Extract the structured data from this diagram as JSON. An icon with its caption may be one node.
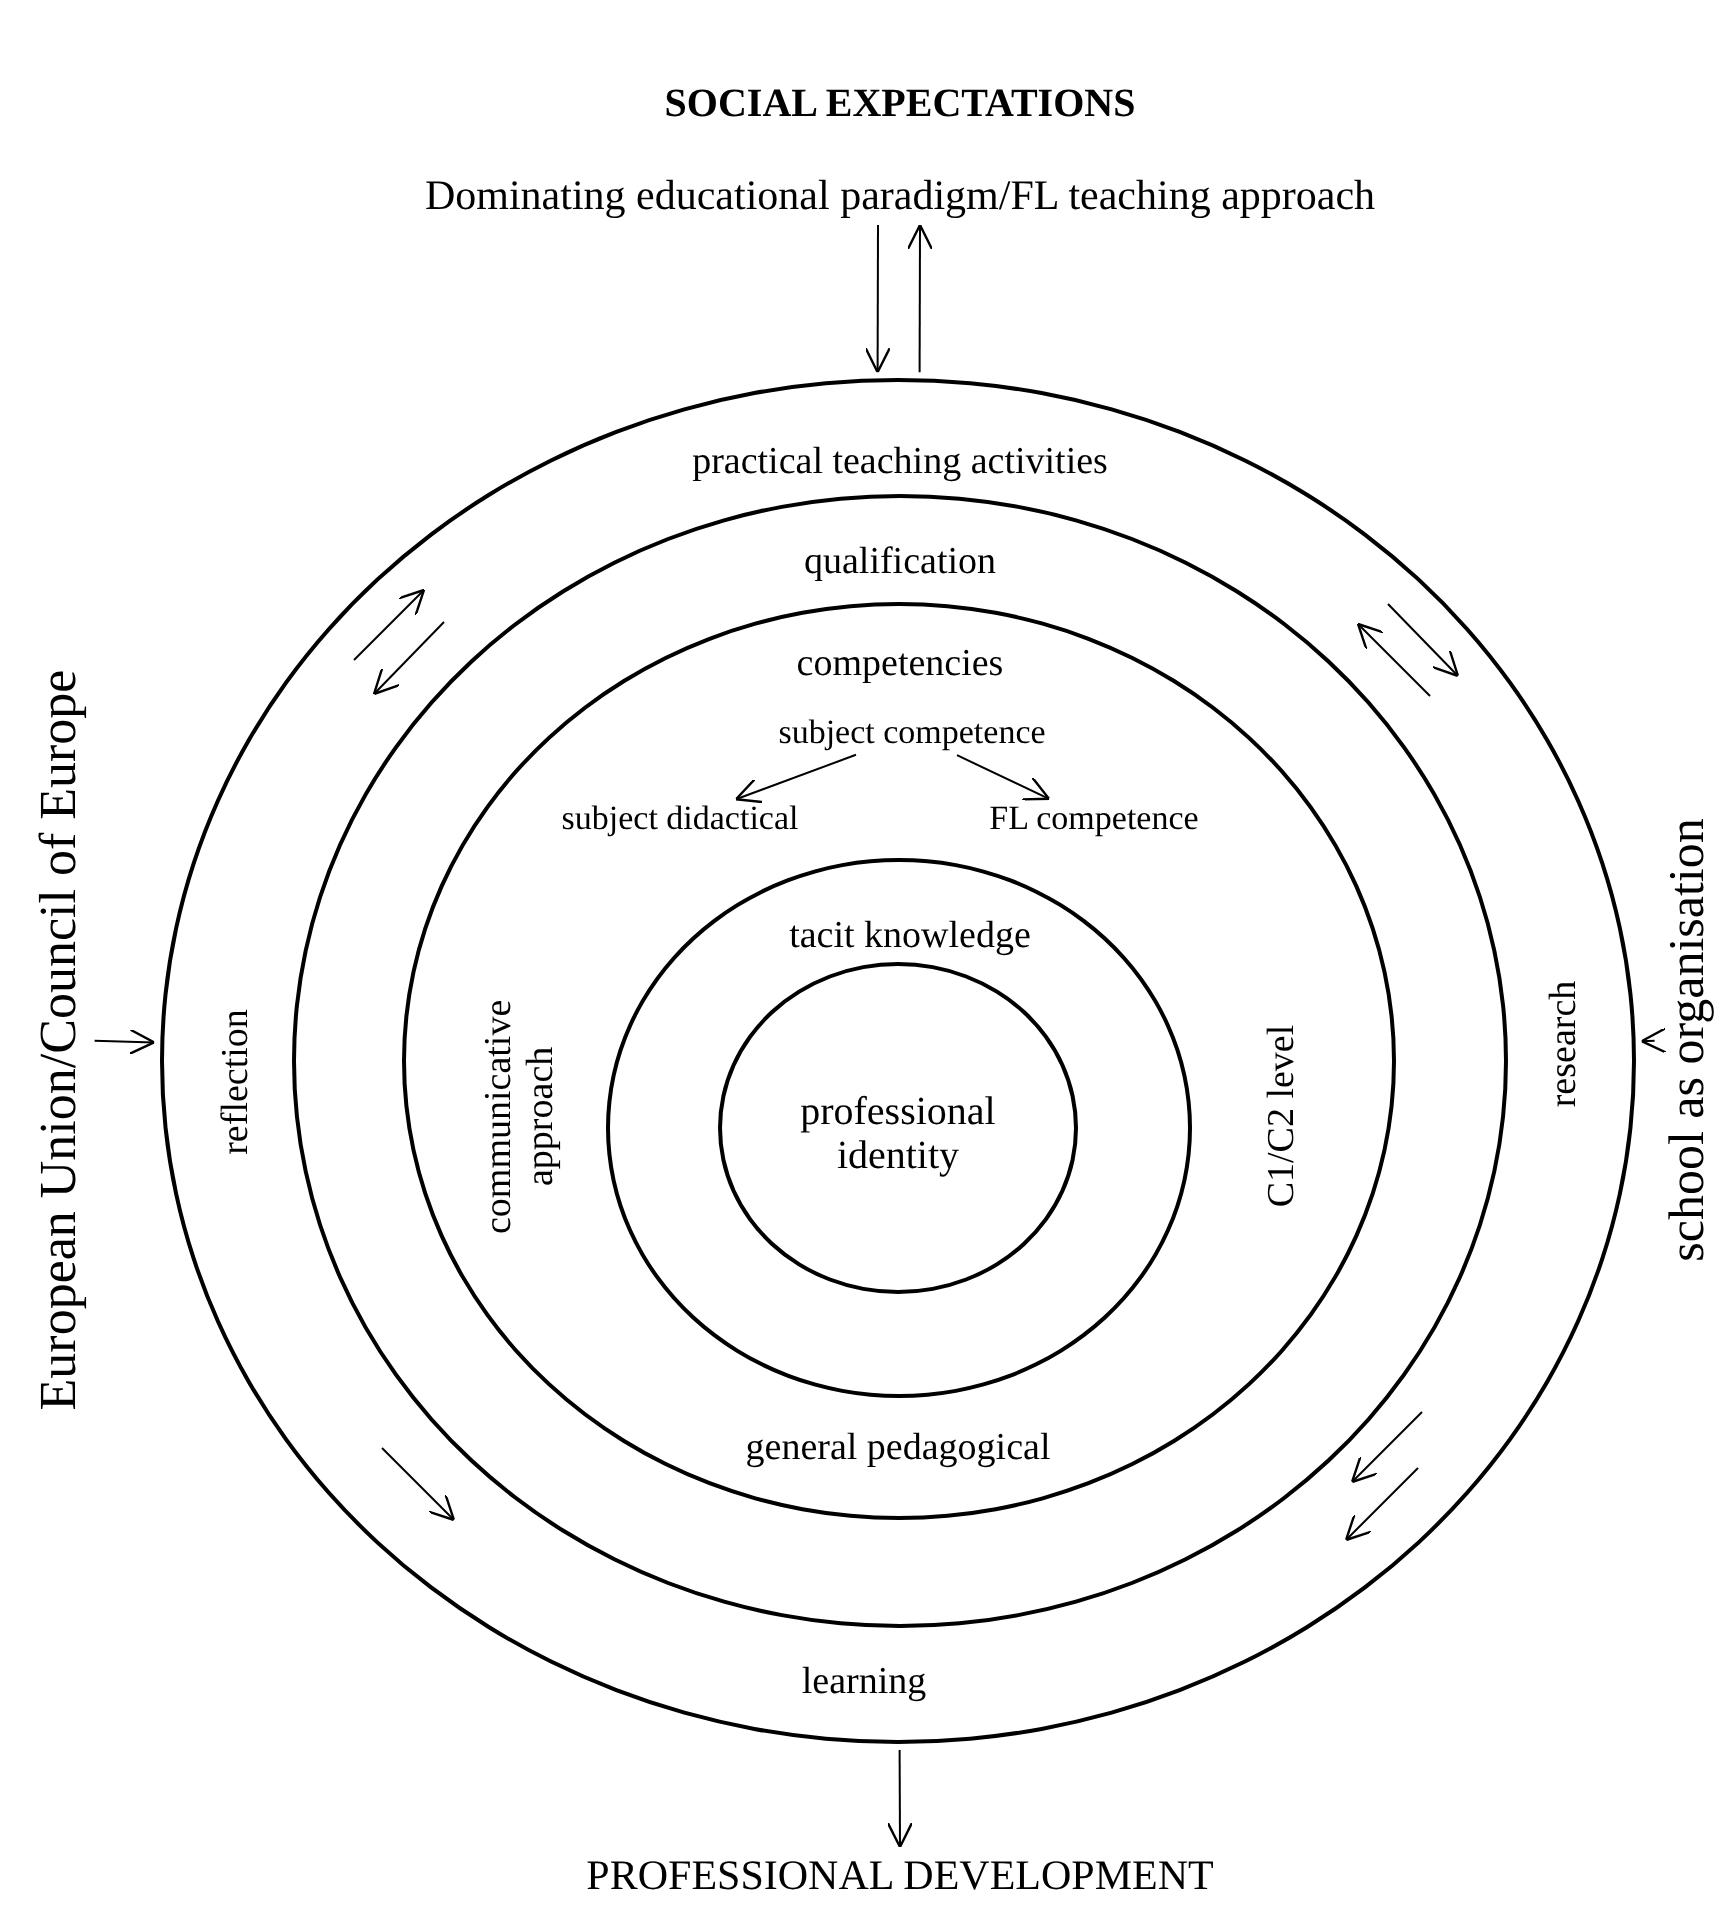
{
  "diagram": {
    "title": "SOCIAL EXPECTATIONS",
    "nodes": [
      {
        "text": [
          "Dominating educational paradigm/FL teaching approach"
        ]
      },
      {
        "text": [
          "European Union/Council of Europe"
        ]
      },
      {
        "text": [
          "school as organisation"
        ]
      },
      {
        "text": [
          "practical teaching activities",
          "reflection",
          "research",
          "learning"
        ]
      },
      {
        "text": [
          "qualification"
        ],
        "in": 3
      },
      {
        "text": [
          "competencies",
          "communicative approach",
          "C1/C2 level",
          "general pedagogical"
        ],
        "in": 4
      },
      {
        "text": [
          "subject competence"
        ],
        "in": 5
      },
      {
        "text": [
          "subject didactical"
        ],
        "in": 5
      },
      {
        "text": [
          "FL competence"
        ],
        "in": 5
      },
      {
        "text": [
          "tacit knowledge"
        ],
        "in": 5
      },
      {
        "text": [
          "professional identity"
        ],
        "in": 9
      },
      {
        "text": [
          "PROFESSIONAL DEVELOPMENT"
        ]
      }
    ],
    "edges": [
      {
        "from": 0,
        "to": 3,
        "arrow": "to"
      },
      {
        "from": 3,
        "to": 0,
        "arrow": "to"
      },
      {
        "from": 1,
        "to": 3,
        "arrow": "to"
      },
      {
        "from": 2,
        "to": 3,
        "arrow": "to"
      },
      {
        "from": 3,
        "to": 11,
        "arrow": "to"
      },
      {
        "from": 6,
        "to": 7,
        "arrow": "to"
      },
      {
        "from": 6,
        "to": 8,
        "arrow": "to"
      }
    ]
  }
}
